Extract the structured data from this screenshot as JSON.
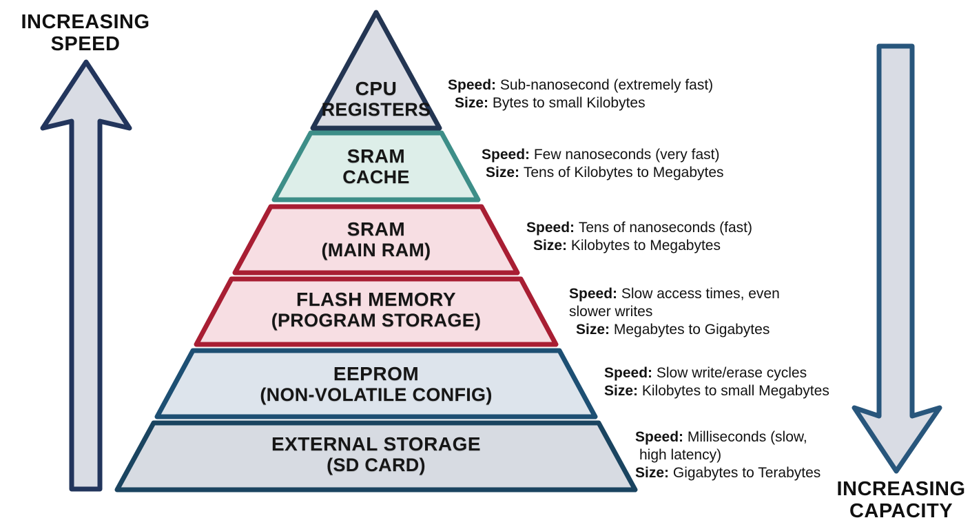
{
  "colors": {
    "navy": "#233552",
    "teal": "#3d8e88",
    "crimson": "#a81e33",
    "steel": "#1d4f73",
    "steel_dark": "#1a4460",
    "arrow_left_border": "#22355c",
    "arrow_right_border": "#28567c",
    "arrow_fill": "#d9dce4",
    "fill_gray": "#dbdde4",
    "fill_mint": "#ddeee9",
    "fill_pink": "#f7dee3",
    "fill_blue": "#dde4ec",
    "fill_gray2": "#d7dbe2"
  },
  "left_axis": {
    "title_line1": "INCREASING",
    "title_line2": "SPEED"
  },
  "right_axis": {
    "title_line1": "INCREASING",
    "title_line2": "CAPACITY"
  },
  "pyramid": {
    "levels": [
      {
        "id": "cpu-registers",
        "label_line1": "CPU",
        "label_line2": "REGISTERS",
        "annotation": {
          "speed_label": "Speed:",
          "speed_text": "Sub-nanosecond (extremely fast)",
          "size_label": "Size:",
          "size_text": "Bytes to small Kilobytes"
        }
      },
      {
        "id": "sram-cache",
        "label_line1": "SRAM",
        "label_line2": "CACHE",
        "annotation": {
          "speed_label": "Speed:",
          "speed_text": "Few nanoseconds (very fast)",
          "size_label": "Size:",
          "size_text": "Tens of Kilobytes to Megabytes"
        }
      },
      {
        "id": "sram-main-ram",
        "label_line1": "SRAM",
        "label_line2": "(MAIN RAM)",
        "annotation": {
          "speed_label": "Speed:",
          "speed_text": "Tens of nanoseconds (fast)",
          "size_label": "Size:",
          "size_text": "Kilobytes to Megabytes"
        }
      },
      {
        "id": "flash-memory",
        "label_line1": "FLASH MEMORY",
        "label_line2": "(PROGRAM STORAGE)",
        "annotation": {
          "speed_label": "Speed:",
          "speed_text": "Slow access times, even",
          "speed_text_line2": "slower writes",
          "size_label": "Size:",
          "size_text": "Megabytes to Gigabytes"
        }
      },
      {
        "id": "eeprom",
        "label_line1": "EEPROM",
        "label_line2": "(NON-VOLATILE CONFIG)",
        "annotation": {
          "speed_label": "Speed:",
          "speed_text": "Slow write/erase cycles",
          "size_label": "Size:",
          "size_text": "Kilobytes to small Megabytes"
        }
      },
      {
        "id": "external-storage",
        "label_line1": "EXTERNAL STORAGE",
        "label_line2": "(SD CARD)",
        "annotation": {
          "speed_label": "Speed:",
          "speed_text": "Milliseconds (slow,",
          "speed_text_line2": "high latency)",
          "size_label": "Size:",
          "size_text": "Gigabytes to Terabytes"
        }
      }
    ]
  }
}
